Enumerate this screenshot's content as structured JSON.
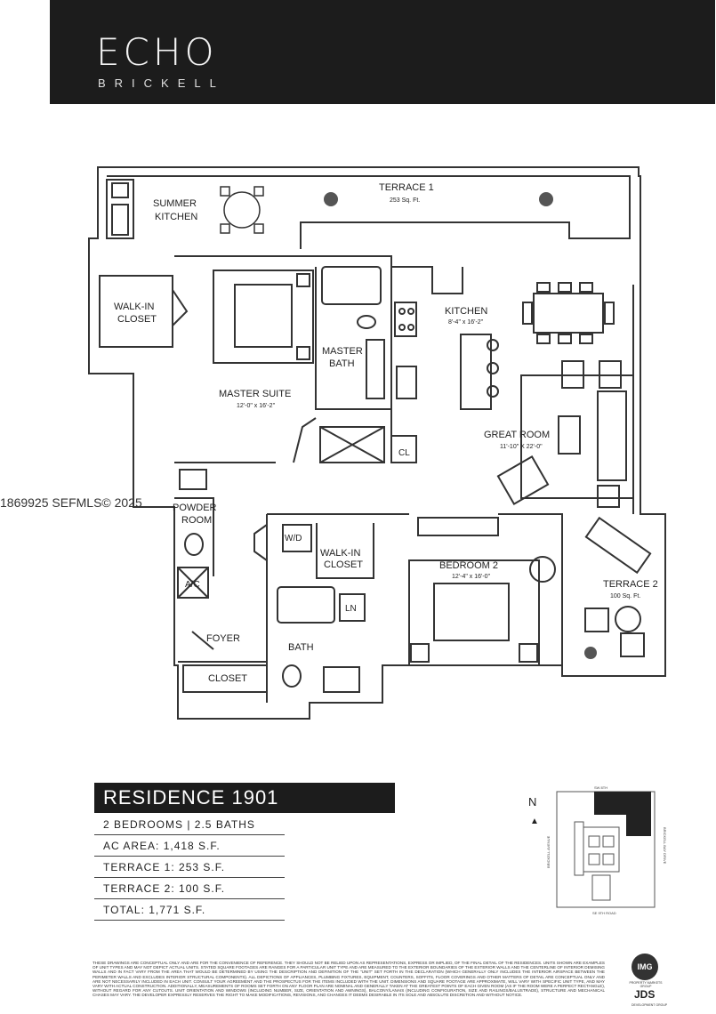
{
  "brand": {
    "name": "ECHO",
    "location": "BRICKELL"
  },
  "watermark": "1869925  SEFMLS© 2025",
  "rooms": {
    "terrace1": {
      "name": "TERRACE 1",
      "size": "253 Sq. Ft."
    },
    "summer_kitchen": {
      "line1": "SUMMER",
      "line2": "KITCHEN"
    },
    "walkin_closet_master": {
      "line1": "WALK-IN",
      "line2": "CLOSET"
    },
    "master_bath": {
      "line1": "MASTER",
      "line2": "BATH"
    },
    "kitchen": {
      "name": "KITCHEN",
      "size": "8'-4\" x 16'-2\""
    },
    "master_suite": {
      "name": "MASTER SUITE",
      "size": "12'-0\" x 16'-2\""
    },
    "great_room": {
      "name": "GREAT ROOM",
      "size": "11'-10\" X 22'-0\""
    },
    "cl": "CL",
    "powder_room": {
      "line1": "POWDER",
      "line2": "ROOM"
    },
    "wd": "W/D",
    "walkin_closet_2": {
      "line1": "WALK-IN",
      "line2": "CLOSET"
    },
    "bedroom2": {
      "name": "BEDROOM 2",
      "size": "12'-4\" x 16'-0\""
    },
    "terrace2": {
      "name": "TERRACE 2",
      "size": "100 Sq. Ft."
    },
    "ac": "A/C",
    "ln": "LN",
    "foyer": "FOYER",
    "bath": "BATH",
    "closet": "CLOSET"
  },
  "residence": {
    "title": "RESIDENCE 1901",
    "specs": [
      "2 BEDROOMS | 2.5 BATHS",
      "AC AREA: 1,418 S.F.",
      "TERRACE 1: 253 S.F.",
      "TERRACE 2: 100 S.F.",
      "TOTAL: 1,771 S.F."
    ]
  },
  "keyplan": {
    "north": "N",
    "top_street": "SW 8TH",
    "bottom_street": "SE 9TH ROAD",
    "left_street": "BRICKELL AVENUE",
    "right_street": "BRICKELL BAY DRIVE"
  },
  "disclaimer": "THESE DRAWINGS ARE CONCEPTUAL ONLY AND ARE FOR THE CONVENIENCE OF REFERENCE. THEY SHOULD NOT BE RELIED UPON AS REPRESENTATIONS, EXPRESS OR IMPLIED, OF THE FINAL DETAIL OF THE RESIDENCES. UNITS SHOWN ARE EXAMPLES OF UNIT TYPES AND MAY NOT DEPICT ACTUAL UNITS. STATED SQUARE FOOTAGES ARE RANGES FOR A PARTICULAR UNIT TYPE AND ARE MEASURED TO THE EXTERIOR BOUNDARIES OF THE EXTERIOR WALLS AND THE CENTERLINE OF INTERIOR DEMISING WALLS AND IN FACT VARY FROM THE AREA THAT WOULD BE DETERMINED BY USING THE DESCRIPTION AND DEFINITION OF THE \"UNIT\" SET FORTH IN THE DECLARATION (WHICH GENERALLY ONLY INCLUDES THE INTERIOR AIRSPACE BETWEEN THE PERIMETER WALLS AND EXCLUDES INTERIOR STRUCTURAL COMPONENTS). ALL DEPICTIONS OF APPLIANCES, PLUMBING FIXTURES, EQUIPMENT, COUNTERS, SOFFITS, FLOOR COVERINGS AND OTHER MATTERS OF DETAIL ARE CONCEPTUAL ONLY AND ARE NOT NECESSARILY INCLUDED IN EACH UNIT. CONSULT YOUR AGREEMENT AND THE PROSPECTUS FOR THE ITEMS INCLUDED WITH THE UNIT. DIMENSIONS AND SQUARE FOOTAGE ARE APPROXIMATE, WILL VARY WITH SPECIFIC UNIT TYPE, AND MAY VARY WITH ACTUAL CONSTRUCTION. ADDITIONALLY, MEASUREMENTS OF ROOMS SET FORTH ON ANY FLOOR PLAN ARE NOMINAL AND GENERALLY TAKEN AT THE GREATEST POINTS OF EACH GIVEN ROOM (AS IF THE ROOM WERE A PERFECT RECTANGLE), WITHOUT REGARD FOR ANY CUTOUTS. UNIT ORIENTATION AND WINDOWS (INCLUDING NUMBER, SIZE, ORIENTATION AND AWNINGS), BALCONY/LANAIS (INCLUDING CONFIGURATION, SIZE AND RAILINGS/BALUSTRADE), STRUCTURE AND MECHANICAL CHASES MAY VARY. THE DEVELOPER EXPRESSLY RESERVES THE RIGHT TO MAKE MODIFICATIONS, REVISIONS, AND CHANGES IT DEEMS DESIRABLE IN ITS SOLE AND ABSOLUTE DISCRETION AND WITHOUT NOTICE.",
  "logos": {
    "img": "IMG",
    "img_sub": "PROPERTY MARKETS GROUP",
    "jds": "JDS",
    "jds_sub": "DEVELOPMENT GROUP"
  }
}
